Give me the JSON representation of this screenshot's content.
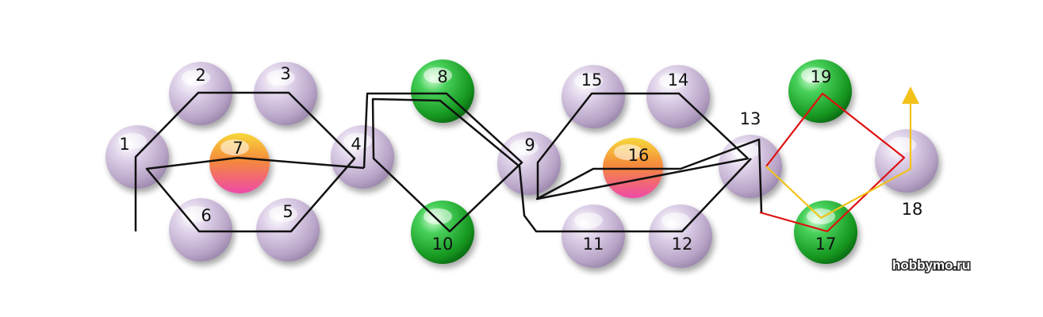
{
  "beads": [
    {
      "id": "1",
      "label": "1",
      "kind": "lilac"
    },
    {
      "id": "2",
      "label": "2",
      "kind": "lilac"
    },
    {
      "id": "3",
      "label": "3",
      "kind": "lilac"
    },
    {
      "id": "4",
      "label": "4",
      "kind": "lilac"
    },
    {
      "id": "5",
      "label": "5",
      "kind": "lilac"
    },
    {
      "id": "6",
      "label": "6",
      "kind": "lilac"
    },
    {
      "id": "7",
      "label": "7",
      "kind": "gold"
    },
    {
      "id": "8",
      "label": "8",
      "kind": "green"
    },
    {
      "id": "9",
      "label": "9",
      "kind": "lilac"
    },
    {
      "id": "10",
      "label": "10",
      "kind": "green"
    },
    {
      "id": "11",
      "label": "11",
      "kind": "lilac"
    },
    {
      "id": "12",
      "label": "12",
      "kind": "lilac"
    },
    {
      "id": "13",
      "label": "13",
      "kind": "lilac"
    },
    {
      "id": "14",
      "label": "14",
      "kind": "lilac"
    },
    {
      "id": "15",
      "label": "15",
      "kind": "lilac"
    },
    {
      "id": "16",
      "label": "16",
      "kind": "gold"
    },
    {
      "id": "17",
      "label": "17",
      "kind": "green"
    },
    {
      "id": "18",
      "label": "18",
      "kind": "lilac"
    },
    {
      "id": "19",
      "label": "19",
      "kind": "green"
    }
  ],
  "thread_colors": {
    "main": "#111111",
    "red": "#dd1111",
    "yellow": "#f2c21b"
  },
  "bead_colors": {
    "lilac": "#c9b8d6",
    "green": "#1fa834",
    "gold": "#f5c23a",
    "pink": "#ee4a9a"
  },
  "watermark": "hobbymo.ru"
}
